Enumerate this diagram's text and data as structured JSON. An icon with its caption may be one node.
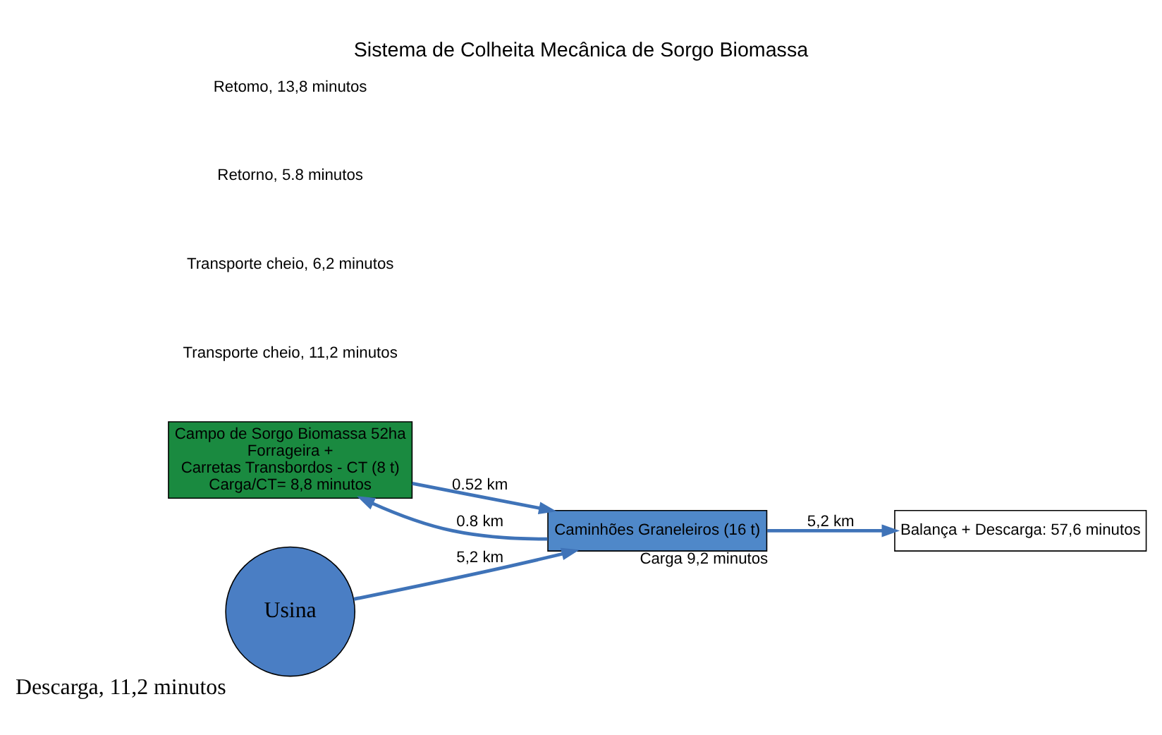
{
  "diagram": {
    "title": "Sistema de Colheita Mecânica de Sorgo Biomassa",
    "nodes": [
      {
        "text": [
          "Campo de Sorgo Biomassa 52ha",
          "Forrageira +",
          "Carretas Transbordos - CT (8 t)",
          "Carga/CT= 8,8 minutos"
        ]
      },
      {
        "text": [
          "Caminhões Graneleiros (16 t)"
        ],
        "beside": [
          "Carga 9,2 minutos"
        ]
      },
      {
        "text": [
          "Balança + Descarga: 57,6 minutos"
        ]
      },
      {
        "text": [
          "Usina"
        ],
        "beside": [
          "Descarga, 11,2 minutos"
        ]
      }
    ],
    "edges": [
      {
        "from": 0,
        "to": 1,
        "arrow": "to",
        "label": "0.52 km"
      },
      {
        "from": 1,
        "to": 2,
        "arrow": "to",
        "label": "5,2 km"
      },
      {
        "from": 3,
        "to": 1,
        "arrow": "to",
        "label": "5,2 km"
      },
      {
        "from": 1,
        "to": 0,
        "arrow": "to",
        "label": "0.8 km"
      }
    ],
    "labels": [
      "Transporte cheio, 11,2 minutos",
      "Transporte cheio, 6,2 minutos",
      "Retorno, 5.8 minutos",
      "Retomo, 13,8 minutos"
    ]
  }
}
